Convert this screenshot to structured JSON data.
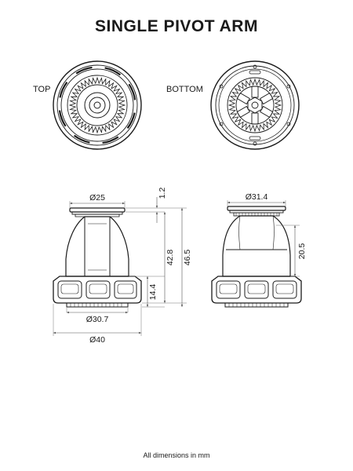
{
  "title": "SINGLE PIVOT ARM",
  "views": {
    "top": "TOP",
    "bottom": "BOTTOM"
  },
  "dimensions": {
    "left": {
      "top_diameter": "Ø25",
      "top_thickness": "1.2",
      "mid_height": "42.8",
      "total_height": "46.5",
      "base_height": "14.4",
      "bottom_diameter": "Ø30.7",
      "base_diameter": "Ø40"
    },
    "right": {
      "top_diameter": "Ø31.4",
      "dome_height": "20.5"
    }
  },
  "footer": "All dimensions in mm"
}
